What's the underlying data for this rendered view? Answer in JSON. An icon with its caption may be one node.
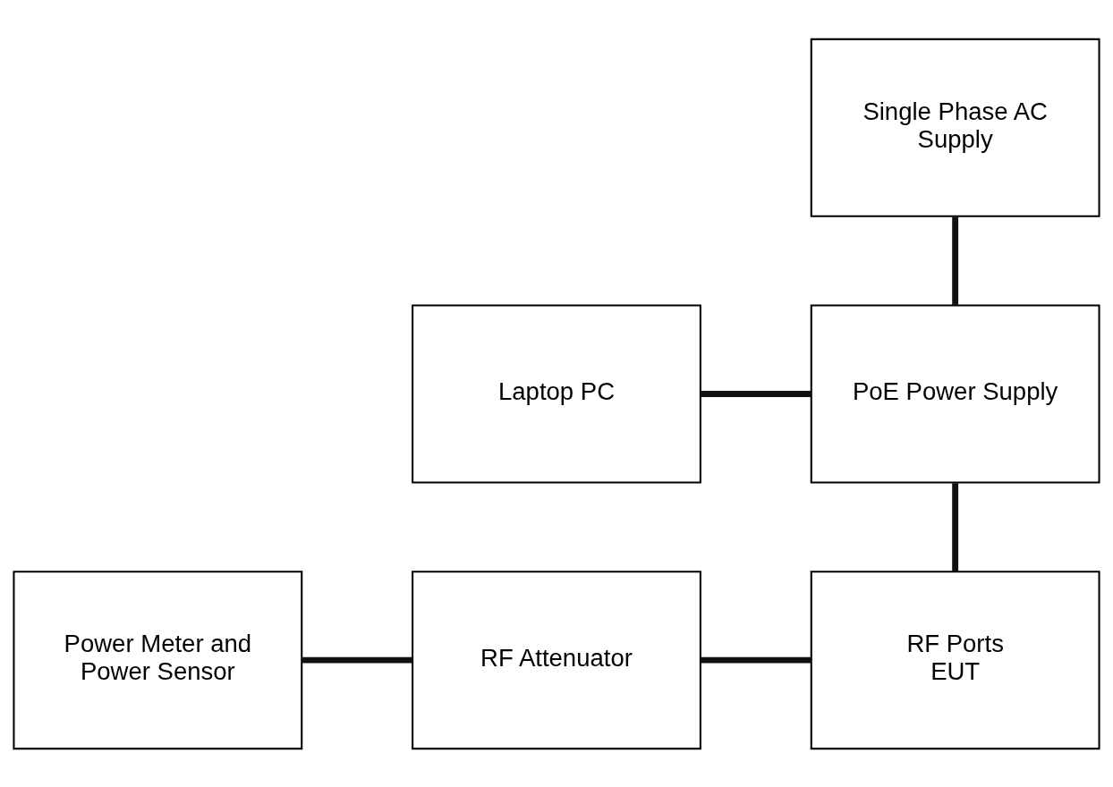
{
  "diagram": {
    "nodes": [
      {
        "text": [
          "Single Phase AC Supply"
        ]
      },
      {
        "text": [
          "Laptop PC"
        ]
      },
      {
        "text": [
          "PoE Power Supply"
        ]
      },
      {
        "text": [
          "Power Meter and Power Sensor"
        ]
      },
      {
        "text": [
          "RF Attenuator"
        ]
      },
      {
        "text": [
          "RF Ports",
          "EUT"
        ]
      }
    ],
    "edges": [
      {
        "from": 0,
        "to": 2,
        "arrow": "none"
      },
      {
        "from": 1,
        "to": 2,
        "arrow": "none"
      },
      {
        "from": 2,
        "to": 5,
        "arrow": "none"
      },
      {
        "from": 3,
        "to": 4,
        "arrow": "none"
      },
      {
        "from": 4,
        "to": 5,
        "arrow": "none"
      }
    ]
  }
}
